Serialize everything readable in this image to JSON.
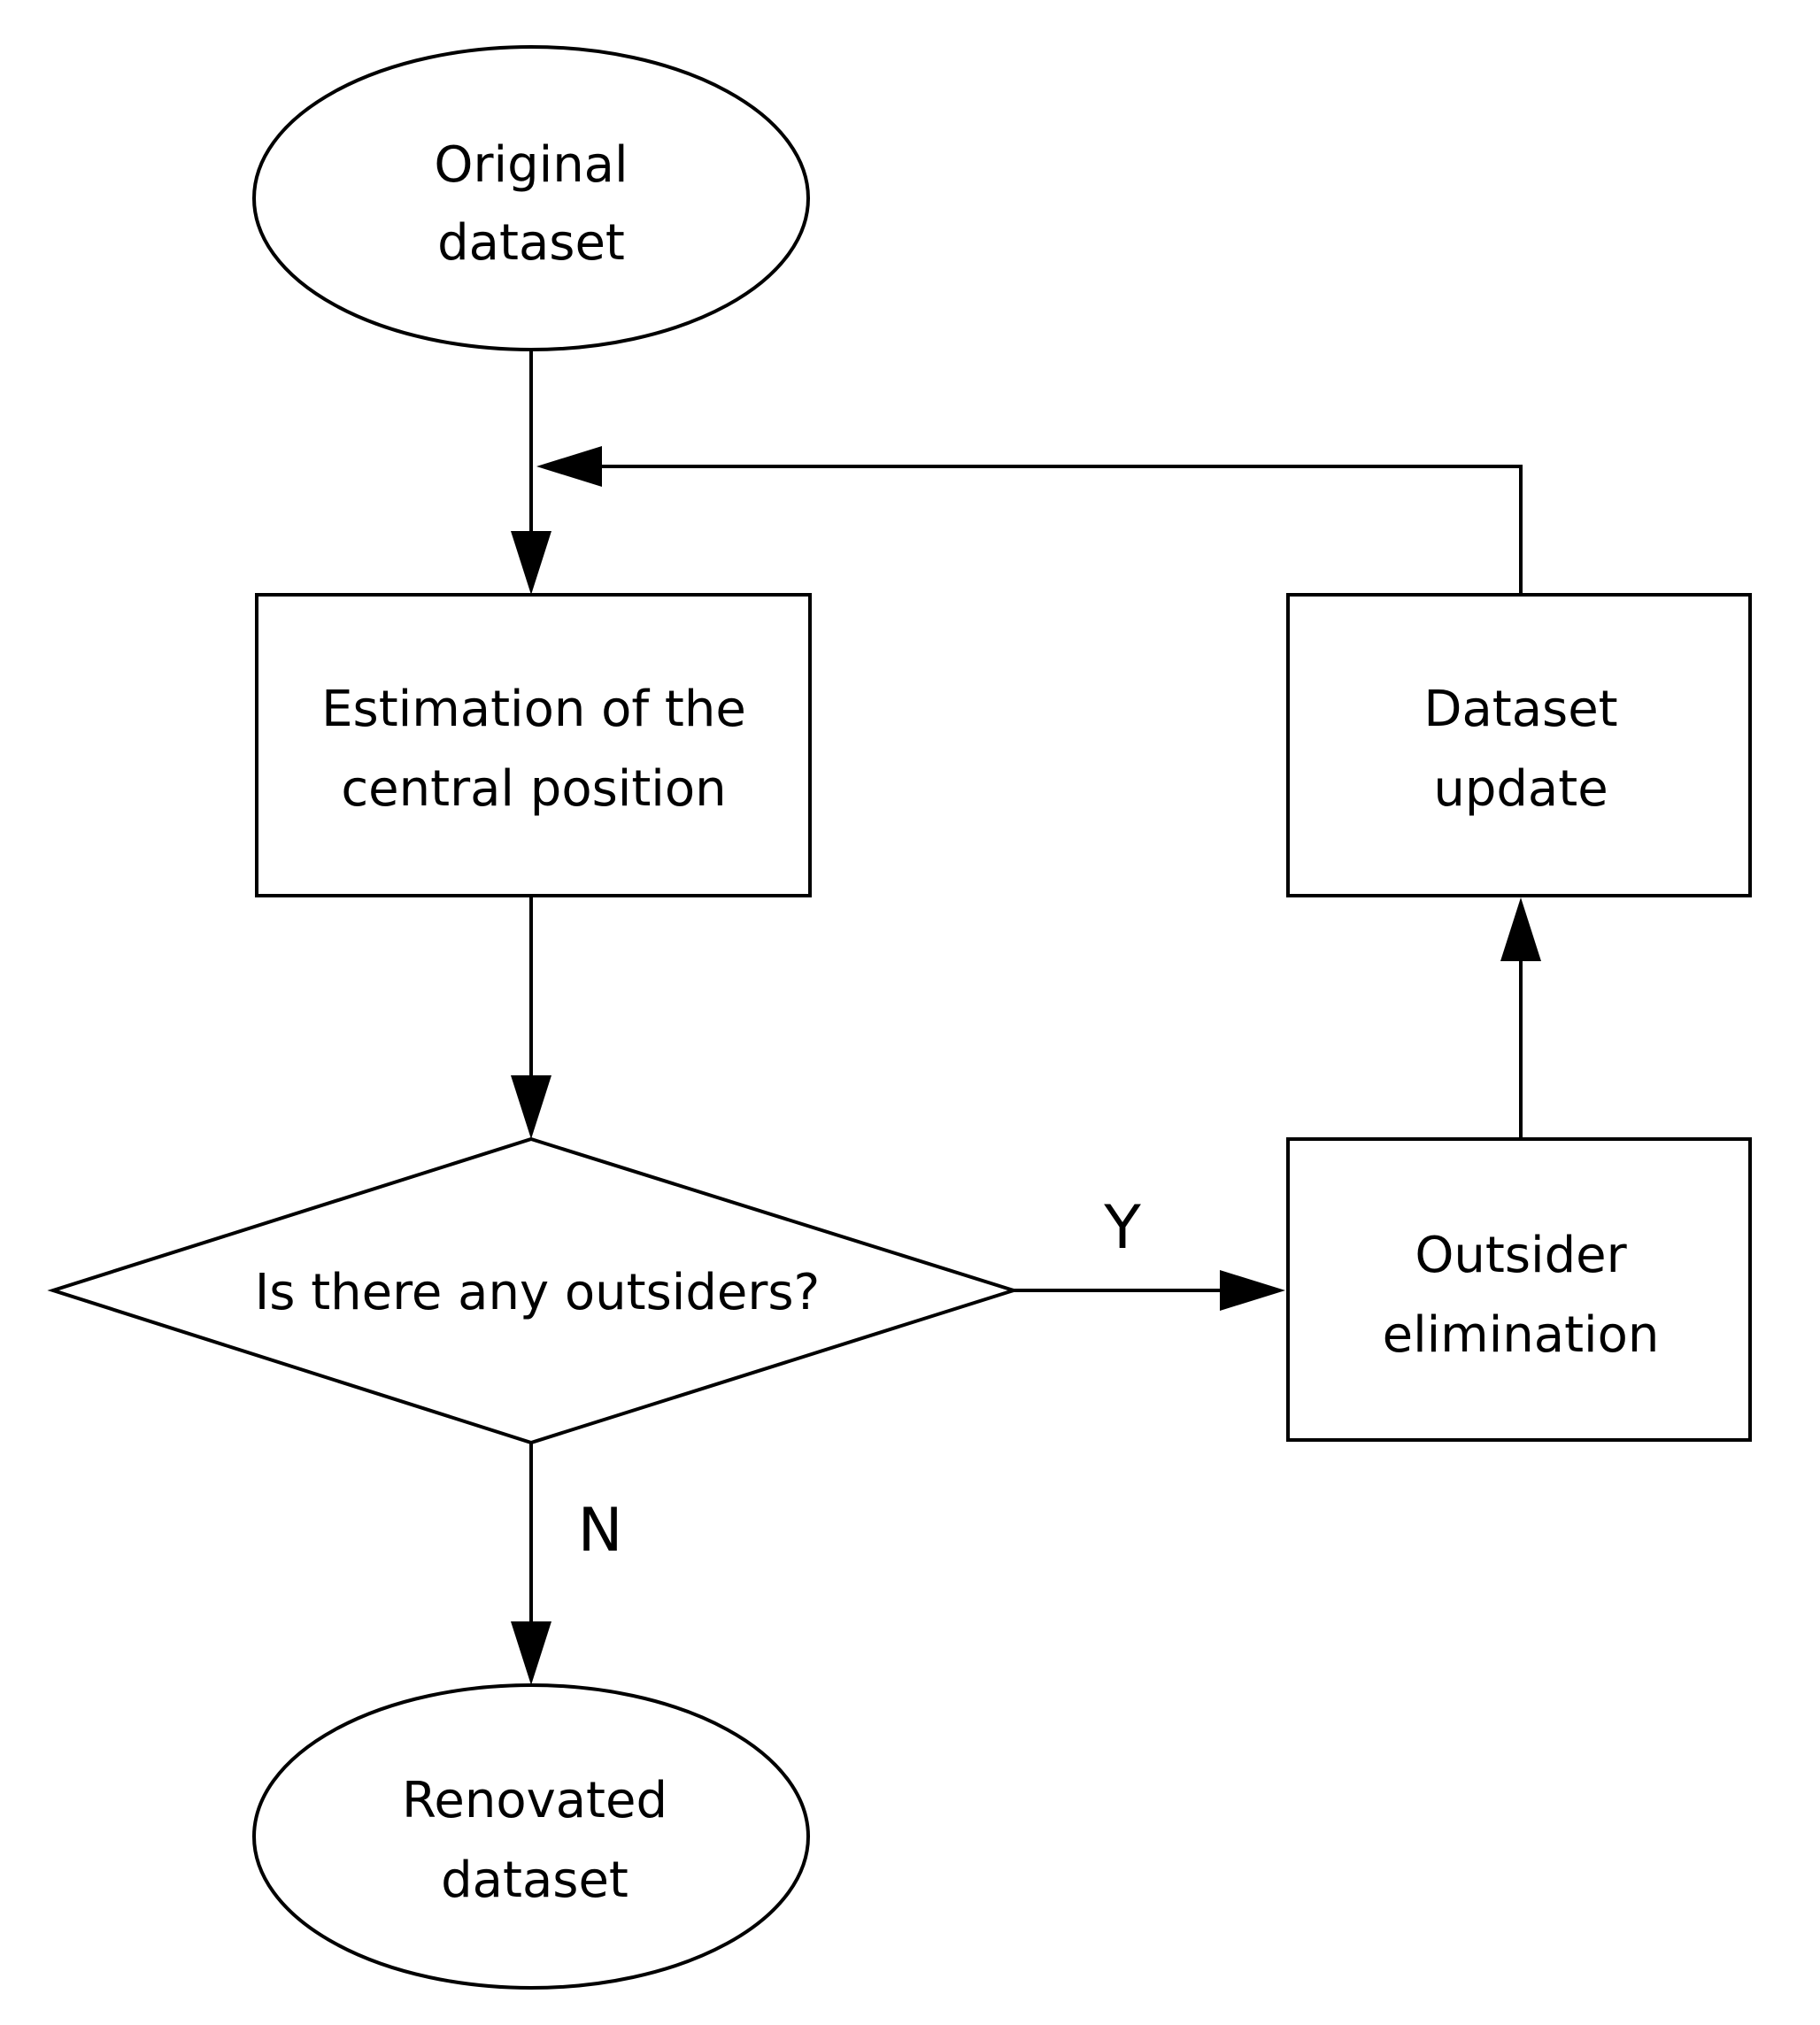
{
  "nodes": {
    "start": {
      "shape": "ellipse",
      "lines": [
        "Original",
        "dataset"
      ]
    },
    "estimate": {
      "shape": "rectangle",
      "lines": [
        "Estimation of the",
        "central position"
      ]
    },
    "decision": {
      "shape": "diamond",
      "lines": [
        "Is there any outsiders?"
      ]
    },
    "eliminate": {
      "shape": "rectangle",
      "lines": [
        "Outsider",
        "elimination"
      ]
    },
    "update": {
      "shape": "rectangle",
      "lines": [
        "Dataset",
        "update"
      ]
    },
    "end": {
      "shape": "ellipse",
      "lines": [
        "Renovated",
        "dataset"
      ]
    }
  },
  "edges": [
    {
      "from": "start",
      "to": "estimate",
      "label": ""
    },
    {
      "from": "estimate",
      "to": "decision",
      "label": ""
    },
    {
      "from": "decision",
      "to": "eliminate",
      "label": "Y"
    },
    {
      "from": "eliminate",
      "to": "update",
      "label": ""
    },
    {
      "from": "update",
      "to": "estimate",
      "label": ""
    },
    {
      "from": "decision",
      "to": "end",
      "label": "N"
    }
  ],
  "colors": {
    "stroke": "#000000",
    "fill": "#ffffff",
    "text": "#000000"
  }
}
